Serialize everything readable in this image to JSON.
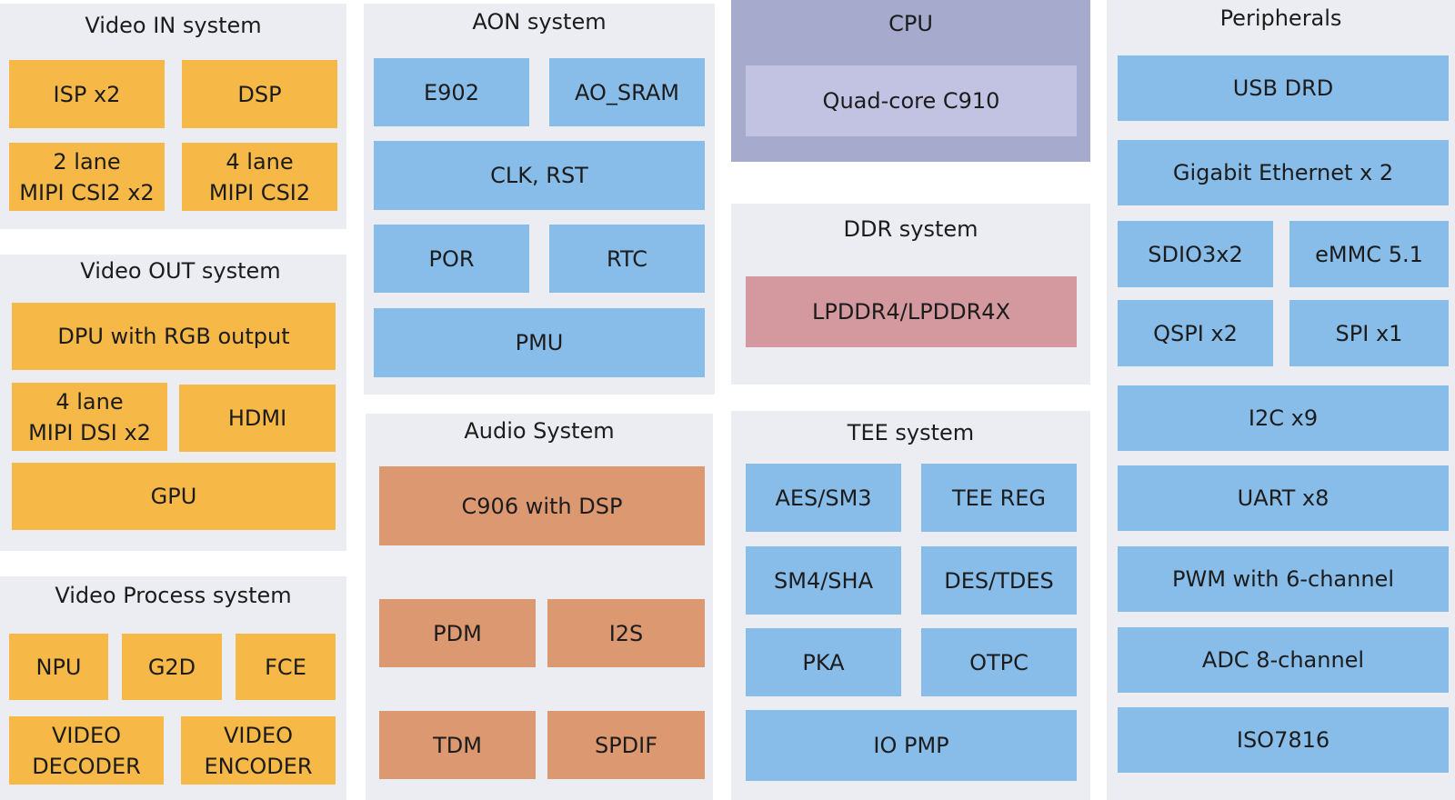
{
  "video_in": {
    "title": "Video IN system",
    "isp": "ISP x2",
    "dsp": "DSP",
    "mipi_csi_x2": "2 lane\nMIPI CSI2 x2",
    "mipi_csi": "4 lane\nMIPI CSI2"
  },
  "video_out": {
    "title": "Video OUT system",
    "dpu": "DPU with RGB output",
    "mipi_dsi": "4 lane\nMIPI DSI x2",
    "hdmi": "HDMI",
    "gpu": "GPU"
  },
  "video_process": {
    "title": "Video Process system",
    "npu": "NPU",
    "g2d": "G2D",
    "fce": "FCE",
    "decoder": "VIDEO\nDECODER",
    "encoder": "VIDEO\nENCODER"
  },
  "aon": {
    "title": "AON system",
    "e902": "E902",
    "ao_sram": "AO_SRAM",
    "clk_rst": "CLK, RST",
    "por": "POR",
    "rtc": "RTC",
    "pmu": "PMU"
  },
  "audio": {
    "title": "Audio System",
    "c906": "C906 with DSP",
    "pdm": "PDM",
    "i2s": "I2S",
    "tdm": "TDM",
    "spdif": "SPDIF"
  },
  "cpu": {
    "title": "CPU",
    "core": "Quad-core C910"
  },
  "ddr": {
    "title": "DDR system",
    "lpddr": "LPDDR4/LPDDR4X"
  },
  "tee": {
    "title": "TEE system",
    "aes": "AES/SM3",
    "tee_reg": "TEE REG",
    "sm4": "SM4/SHA",
    "des": "DES/TDES",
    "pka": "PKA",
    "otpc": "OTPC",
    "io_pmp": "IO PMP"
  },
  "peripherals": {
    "title": "Peripherals",
    "usb": "USB DRD",
    "ethernet": "Gigabit Ethernet x 2",
    "sdio": "SDIO3x2",
    "emmc": "eMMC 5.1",
    "qspi": "QSPI x2",
    "spi": "SPI x1",
    "i2c": "I2C x9",
    "uart": "UART x8",
    "pwm": "PWM with 6-channel",
    "adc": "ADC 8-channel",
    "iso": "ISO7816"
  },
  "colors": {
    "panel": "#ebedf2",
    "cpu_panel": "#a6abcd",
    "yellow_block": "#f6b846",
    "blue_block": "#88bde9",
    "orange_block": "#dc9870",
    "rose_block": "#d3999f",
    "lavender_block": "#c2c3e3"
  }
}
